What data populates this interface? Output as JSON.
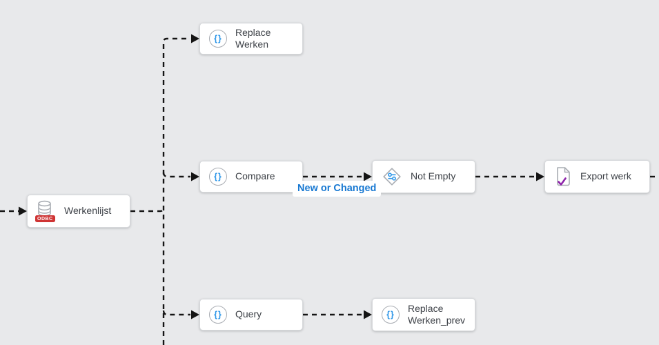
{
  "canvas": {
    "background_color": "#e8e9eb",
    "connector_color": "#141414"
  },
  "icons": {
    "braces_glyph": "{}",
    "odbc_badge": "ODBC"
  },
  "colors": {
    "icon_blue": "#2d96e8",
    "edge_label_blue": "#1778d2",
    "odbc_red": "#cf3434",
    "check_purple": "#8e24aa",
    "node_border": "#d7d9dc",
    "node_text": "#3d4147"
  },
  "nodes": [
    {
      "id": "werkenlijst",
      "label": "Werkenlijst",
      "icon": "odbc-database-icon"
    },
    {
      "id": "replace-werken",
      "label": "Replace Werken",
      "icon": "braces-icon"
    },
    {
      "id": "compare",
      "label": "Compare",
      "icon": "braces-icon"
    },
    {
      "id": "not-empty",
      "label": "Not Empty",
      "icon": "filter-diamond-icon"
    },
    {
      "id": "export-werk",
      "label": "Export werk",
      "icon": "document-check-icon"
    },
    {
      "id": "query",
      "label": "Query",
      "icon": "braces-icon"
    },
    {
      "id": "replace-werken-prev",
      "label": "Replace Werken_prev",
      "icon": "braces-icon"
    }
  ],
  "edges": [
    {
      "from": "off-canvas-left",
      "to": "werkenlijst",
      "label": ""
    },
    {
      "from": "werkenlijst",
      "to": "replace-werken",
      "label": ""
    },
    {
      "from": "werkenlijst",
      "to": "compare",
      "label": ""
    },
    {
      "from": "werkenlijst",
      "to": "query",
      "label": ""
    },
    {
      "from": "compare",
      "to": "not-empty",
      "label": "New or Changed"
    },
    {
      "from": "not-empty",
      "to": "export-werk",
      "label": ""
    },
    {
      "from": "export-werk",
      "to": "off-canvas-right",
      "label": ""
    },
    {
      "from": "query",
      "to": "replace-werken-prev",
      "label": ""
    }
  ],
  "edge_label": {
    "text": "New or Changed"
  }
}
